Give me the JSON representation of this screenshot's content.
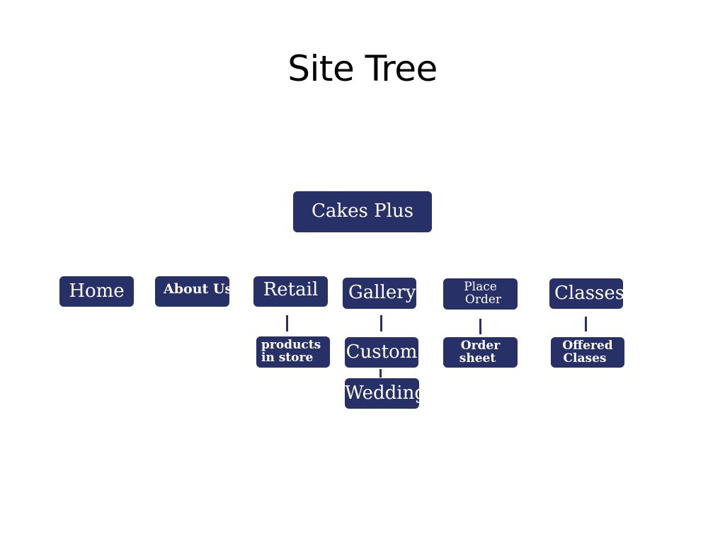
{
  "page": {
    "title": "Site Tree"
  },
  "colors": {
    "node_fill": "#283068",
    "node_text": "#ffffff",
    "connector": "#283068"
  },
  "tree": {
    "root": {
      "label": "Cakes Plus"
    },
    "home": {
      "label": "Home"
    },
    "about": {
      "label": "About Us"
    },
    "retail": {
      "label": "Retail",
      "child": {
        "line1": "products",
        "line2": "in store"
      }
    },
    "gallery": {
      "label": "Gallery",
      "child": {
        "label": "Custom"
      },
      "grandchild": {
        "label": "Wedding"
      }
    },
    "place_order": {
      "line1": "Place",
      "line2": "Order",
      "child": {
        "line1": "Order",
        "line2": "sheet"
      }
    },
    "classes": {
      "label": "Classes",
      "child": {
        "line1": "Offered",
        "line2": "Clases"
      }
    }
  }
}
